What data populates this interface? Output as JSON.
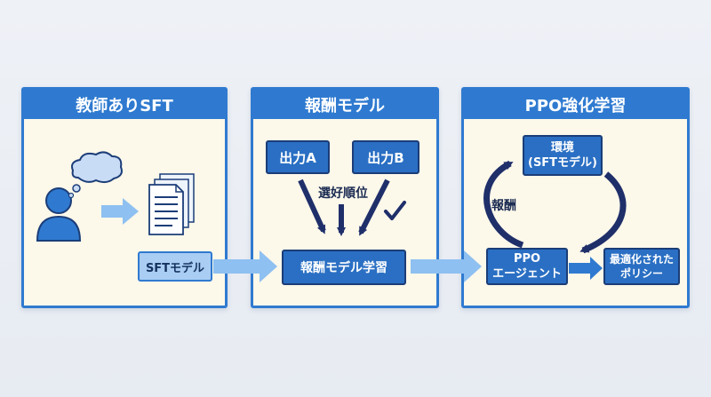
{
  "panels": {
    "sft": {
      "title": "教師ありSFT",
      "model_label": "SFTモデル"
    },
    "reward": {
      "title": "報酬モデル",
      "output_a": "出力A",
      "output_b": "出力B",
      "ranking_label": "選好順位",
      "train_label": "報酬モデル学習"
    },
    "ppo": {
      "title": "PPO強化学習",
      "env_line1": "環境",
      "env_line2": "(SFTモデル)",
      "reward_label": "報酬",
      "agent_line1": "PPO",
      "agent_line2": "エージェント",
      "policy_line1": "最適化された",
      "policy_line2": "ポリシー"
    }
  },
  "icons": [
    "person-icon",
    "thought-bubble-icon",
    "documents-icon",
    "checkmark-icon"
  ],
  "colors": {
    "accent": "#2f7ad0",
    "dark_node": "#2a6fc3",
    "arrow_navy": "#1f2f6a",
    "flow_arrow": "#8ec0f1",
    "panel_bg": "#fcf8ea"
  }
}
